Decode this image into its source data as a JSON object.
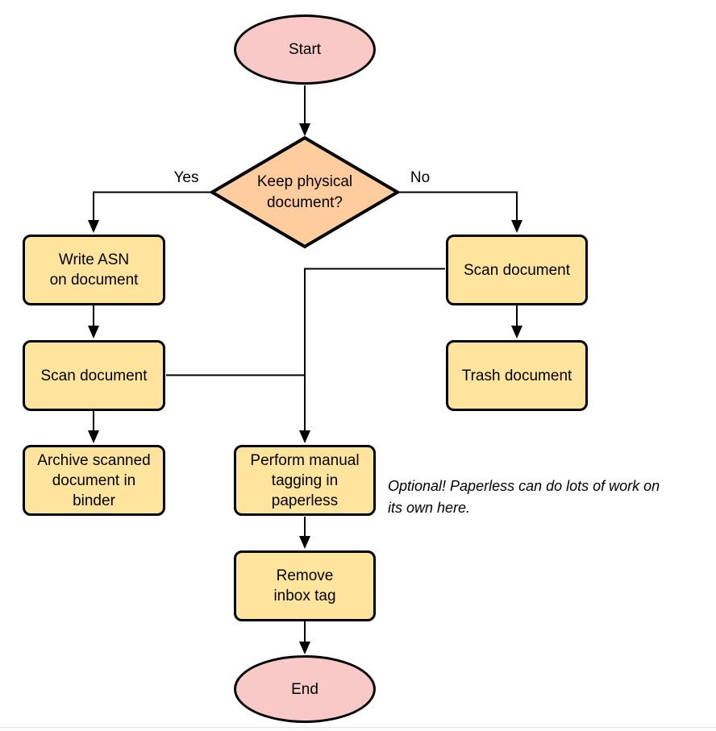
{
  "colors": {
    "terminator_fill": "#f8c9c7",
    "process_fill": "#ffe49d",
    "decision_fill": "#ffcc9e",
    "stroke": "#000000"
  },
  "nodes": {
    "start": {
      "label": "Start"
    },
    "decision": {
      "lines": [
        "Keep physical",
        "document?"
      ]
    },
    "write_asn": {
      "lines": [
        "Write ASN",
        "on document"
      ]
    },
    "scan_left": {
      "label": "Scan document"
    },
    "archive": {
      "lines": [
        "Archive scanned",
        "document in",
        "binder"
      ]
    },
    "scan_right": {
      "label": "Scan document"
    },
    "trash": {
      "label": "Trash document"
    },
    "perform": {
      "lines": [
        "Perform manual",
        "tagging in",
        "paperless"
      ]
    },
    "remove": {
      "lines": [
        "Remove",
        "inbox tag"
      ]
    },
    "end": {
      "label": "End"
    }
  },
  "edge_labels": {
    "yes": "Yes",
    "no": "No"
  },
  "annotation": {
    "lines": [
      "Optional! Paperless can do lots of work on",
      "its own here."
    ]
  }
}
